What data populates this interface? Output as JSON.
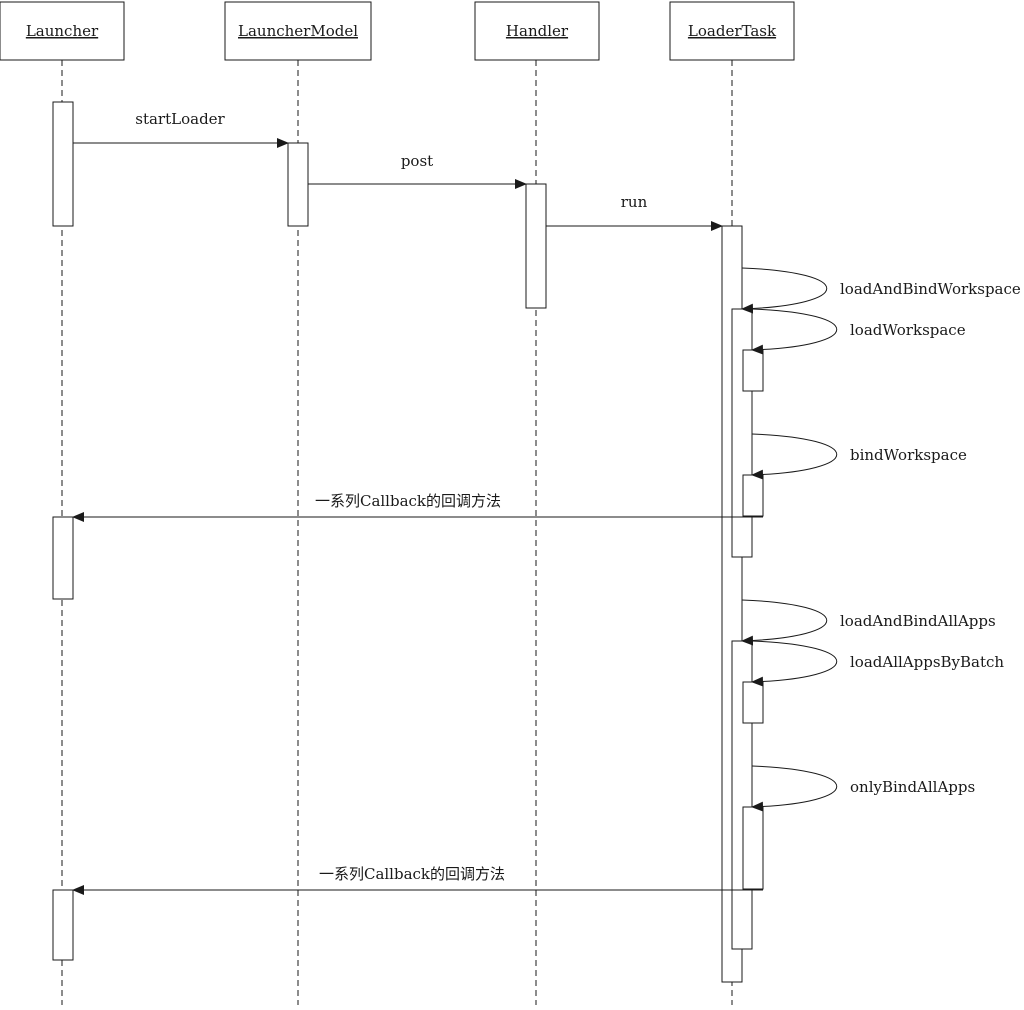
{
  "participants": [
    {
      "id": "launcher",
      "name": "Launcher"
    },
    {
      "id": "launcher_model",
      "name": "LauncherModel"
    },
    {
      "id": "handler",
      "name": "Handler"
    },
    {
      "id": "loader_task",
      "name": "LoaderTask"
    }
  ],
  "messages": [
    {
      "id": "start_loader",
      "label": "startLoader",
      "from": "launcher",
      "to": "launcher_model",
      "kind": "call"
    },
    {
      "id": "post",
      "label": "post",
      "from": "launcher_model",
      "to": "handler",
      "kind": "call"
    },
    {
      "id": "run",
      "label": "run",
      "from": "handler",
      "to": "loader_task",
      "kind": "call"
    },
    {
      "id": "load_and_bind_workspace",
      "label": "loadAndBindWorkspace",
      "from": "loader_task",
      "to": "loader_task",
      "kind": "self"
    },
    {
      "id": "load_workspace",
      "label": "loadWorkspace",
      "from": "loader_task",
      "to": "loader_task",
      "kind": "self"
    },
    {
      "id": "bind_workspace",
      "label": "bindWorkspace",
      "from": "loader_task",
      "to": "loader_task",
      "kind": "self"
    },
    {
      "id": "callbacks_1",
      "label": "一系列Callback的回调方法",
      "from": "loader_task",
      "to": "launcher",
      "kind": "call"
    },
    {
      "id": "load_and_bind_all_apps",
      "label": "loadAndBindAllApps",
      "from": "loader_task",
      "to": "loader_task",
      "kind": "self"
    },
    {
      "id": "load_all_apps_by_batch",
      "label": "loadAllAppsByBatch",
      "from": "loader_task",
      "to": "loader_task",
      "kind": "self"
    },
    {
      "id": "only_bind_all_apps",
      "label": "onlyBindAllApps",
      "from": "loader_task",
      "to": "loader_task",
      "kind": "self"
    },
    {
      "id": "callbacks_2",
      "label": "一系列Callback的回调方法",
      "from": "loader_task",
      "to": "launcher",
      "kind": "call"
    }
  ],
  "colors": {
    "line": "#1a1a1a",
    "background": "#ffffff"
  }
}
